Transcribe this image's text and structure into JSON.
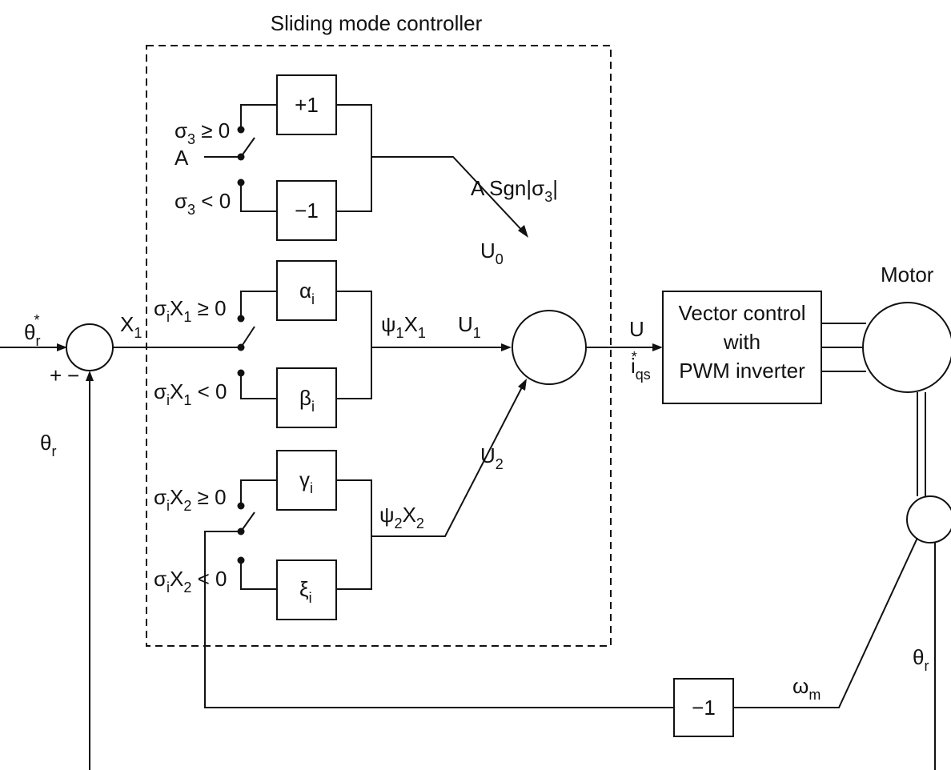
{
  "title": "Sliding mode controller",
  "labels": {
    "theta_r_star": {
      "main": "θ",
      "sub": "r",
      "sup": "*"
    },
    "theta_r": {
      "main": "θ",
      "sub": "r"
    },
    "theta_r_feedback": {
      "main": "θ",
      "sub": "r"
    },
    "x1": {
      "main": "X",
      "sub": "1"
    },
    "plus": "+",
    "minus": "−",
    "a_input": "A",
    "sigma3_ge": {
      "main": "σ",
      "sub": "3",
      "rest": " ≥ 0"
    },
    "sigma3_lt": {
      "main": "σ",
      "sub": "3",
      "rest": " < 0"
    },
    "sx1_ge": {
      "a": "σ",
      "as": "i",
      "b": "X",
      "bs": "1",
      "rest": " ≥ 0"
    },
    "sx1_lt": {
      "a": "σ",
      "as": "i",
      "b": "X",
      "bs": "1",
      "rest": " < 0"
    },
    "sx2_ge": {
      "a": "σ",
      "as": "i",
      "b": "X",
      "bs": "2",
      "rest": " ≥ 0"
    },
    "sx2_lt": {
      "a": "σ",
      "as": "i",
      "b": "X",
      "bs": "2",
      "rest": " < 0"
    },
    "a_sgn": {
      "pre": "A Sgn|σ",
      "sub": "3",
      "post": "|"
    },
    "u0": {
      "main": "U",
      "sub": "0"
    },
    "u1": {
      "main": "U",
      "sub": "1"
    },
    "u2": {
      "main": "U",
      "sub": "2"
    },
    "psi1x1": {
      "a": "ψ",
      "as": "1",
      "b": "X",
      "bs": "1"
    },
    "psi2x2": {
      "a": "ψ",
      "as": "2",
      "b": "X",
      "bs": "2"
    },
    "u": "U",
    "iqs": {
      "main": "i",
      "sub": "qs",
      "sup": "*"
    },
    "omega_m": {
      "main": "ω",
      "sub": "m"
    },
    "motor": "Motor"
  },
  "blocks": {
    "plus_one": "+1",
    "minus_one_top": "−1",
    "alpha": {
      "main": "α",
      "sub": "i"
    },
    "beta": {
      "main": "β",
      "sub": "i"
    },
    "gamma": {
      "main": "γ",
      "sub": "i"
    },
    "xi": {
      "main": "ξ",
      "sub": "i"
    },
    "minus_one_bottom": "−1",
    "vector_control": [
      "Vector control",
      "with",
      "PWM inverter"
    ]
  }
}
